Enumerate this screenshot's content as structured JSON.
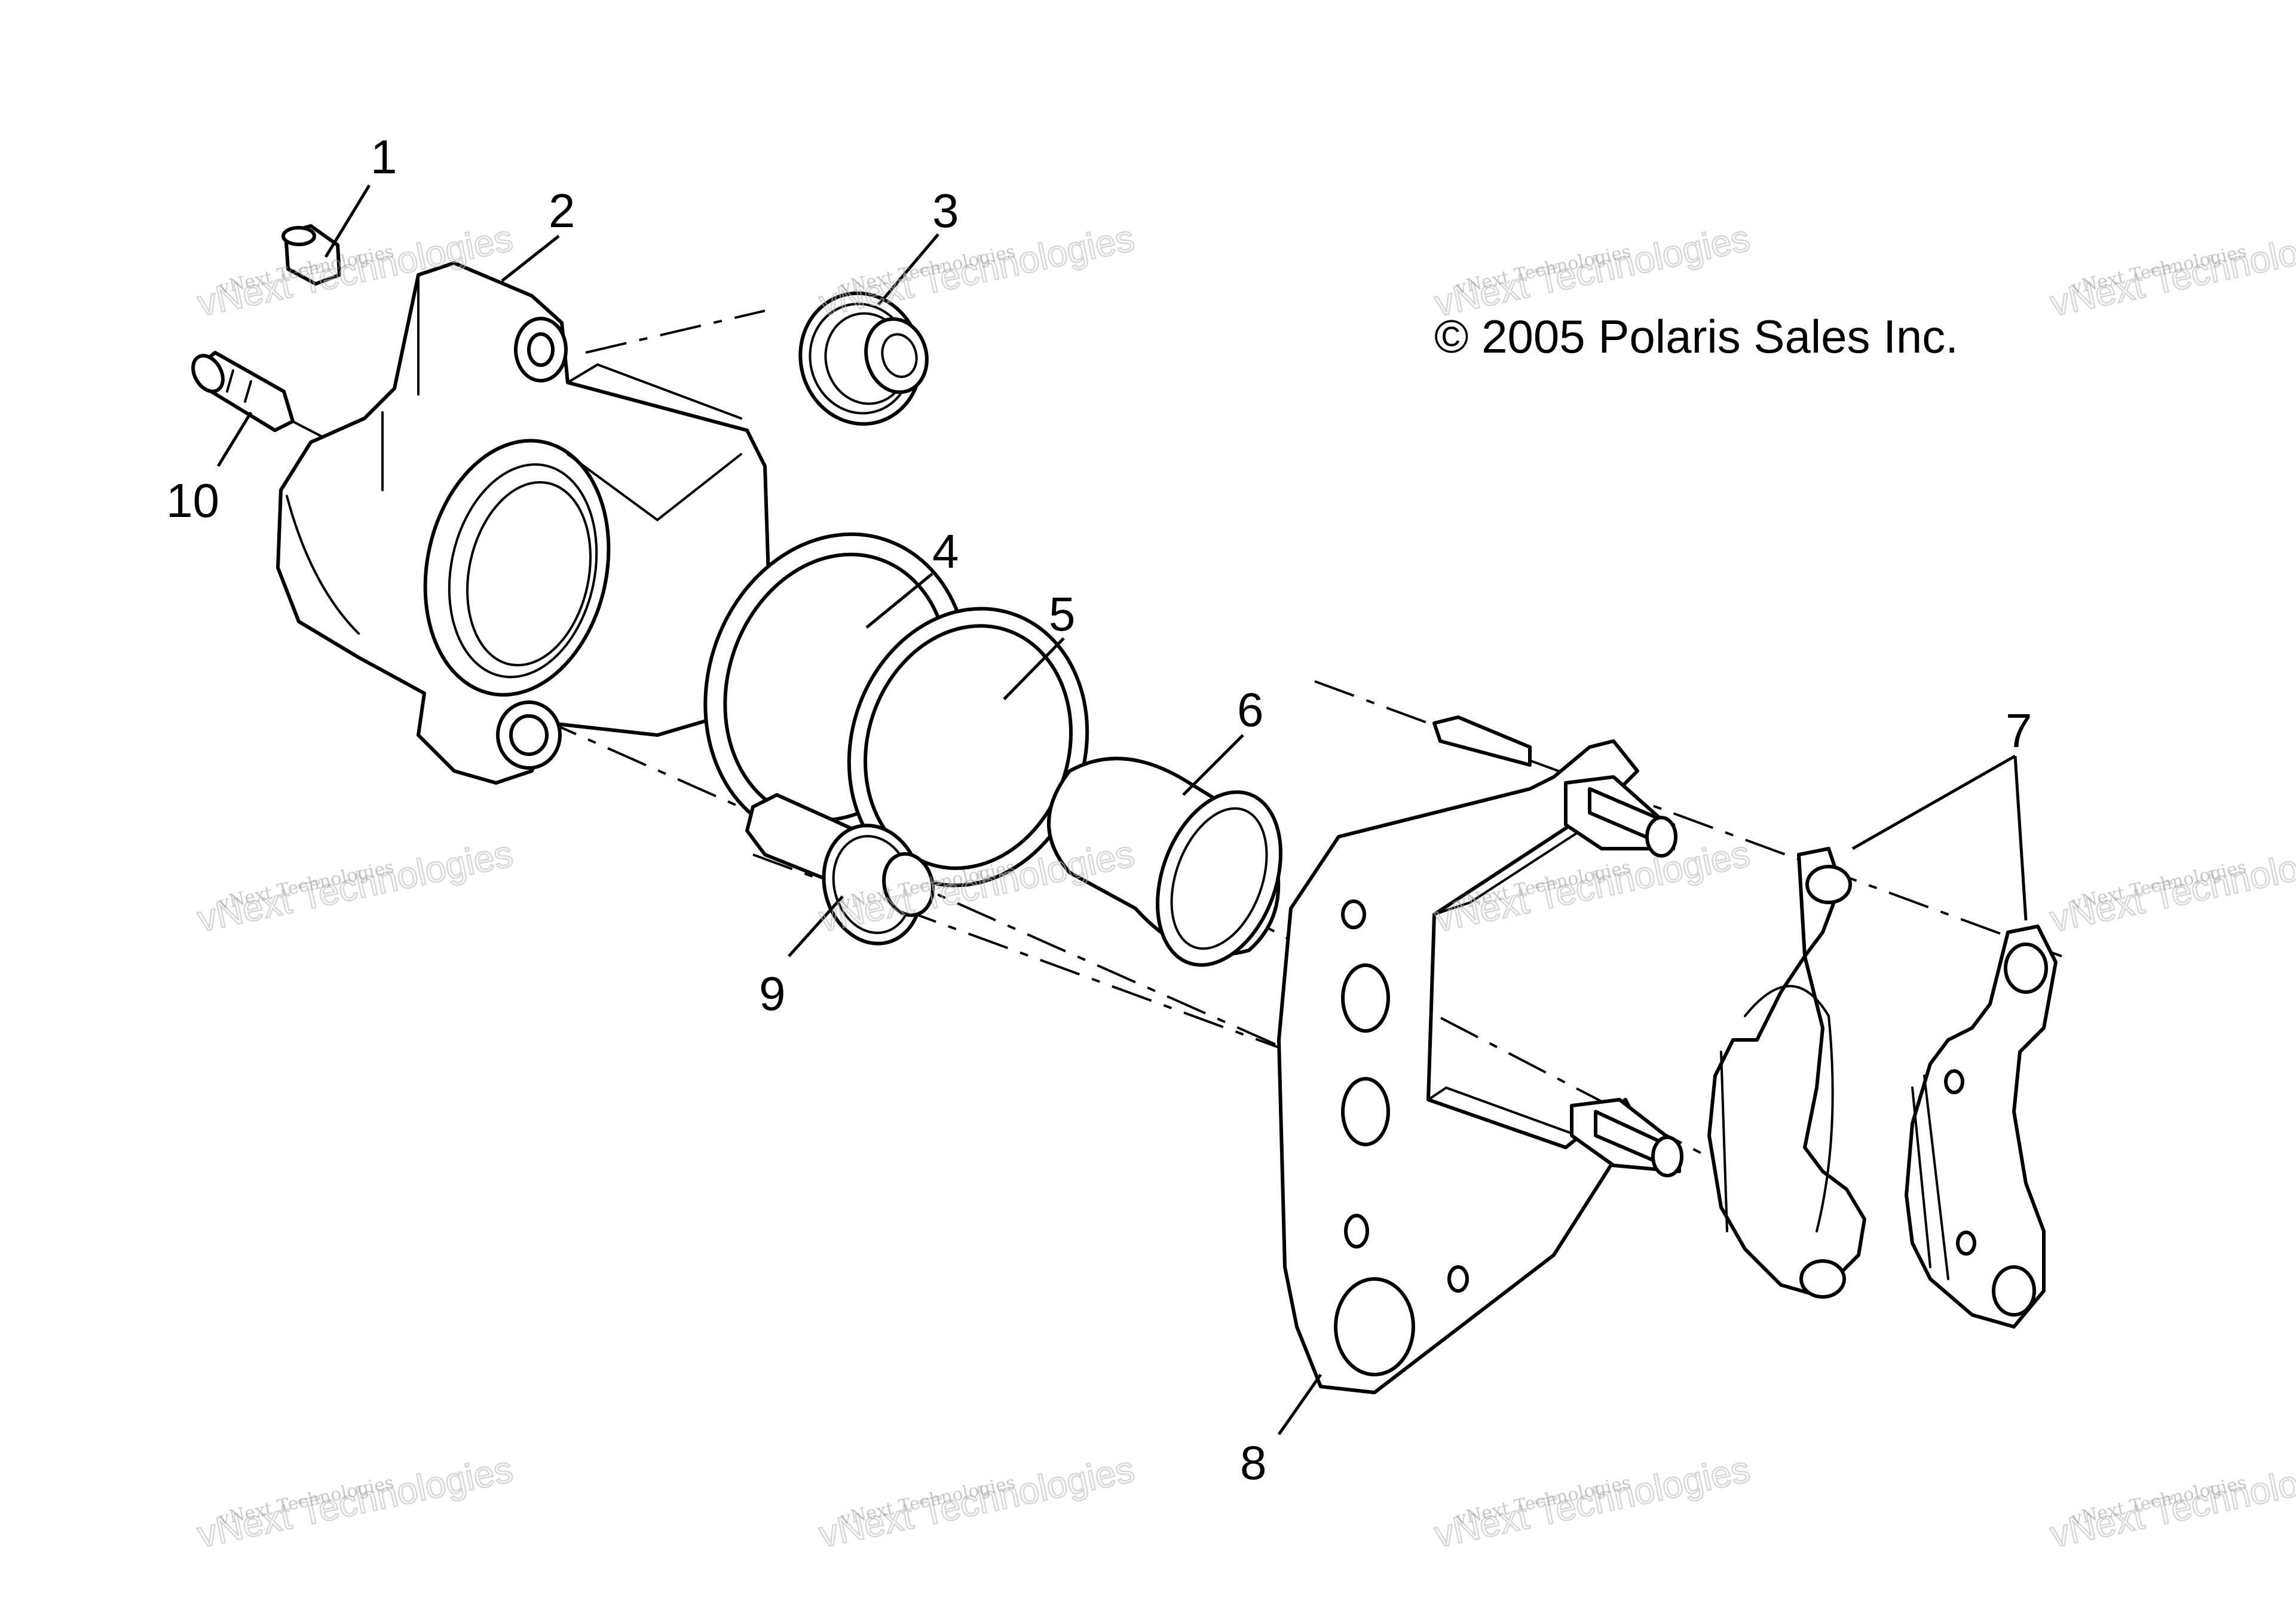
{
  "diagram": {
    "copyright": "© 2005 Polaris Sales Inc.",
    "callouts": [
      "1",
      "2",
      "3",
      "4",
      "5",
      "6",
      "7",
      "8",
      "9",
      "10"
    ],
    "watermark": {
      "small": "vNext Technologies",
      "big": "vNext Technologies"
    }
  }
}
